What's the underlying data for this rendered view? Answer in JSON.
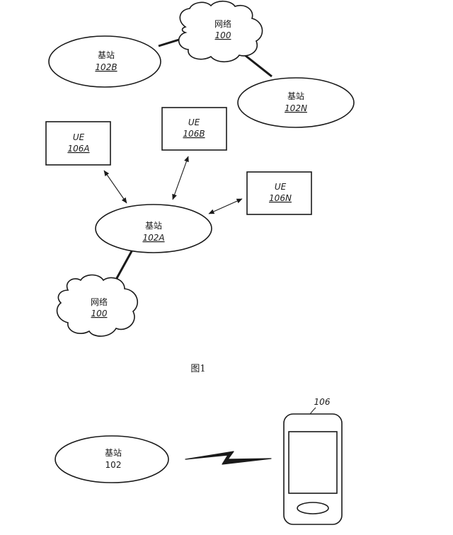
{
  "figure1": {
    "network_top": {
      "title": "网络",
      "ref": "100"
    },
    "bs_b": {
      "title": "基站",
      "ref": "102B"
    },
    "bs_n": {
      "title": "基站",
      "ref": "102N"
    },
    "ue_a": {
      "title": "UE",
      "ref": "106A"
    },
    "ue_b": {
      "title": "UE",
      "ref": "106B"
    },
    "ue_n": {
      "title": "UE",
      "ref": "106N"
    },
    "bs_a": {
      "title": "基站",
      "ref": "102A"
    },
    "network_bottom": {
      "title": "网络",
      "ref": "100"
    },
    "caption": "图1"
  },
  "figure2": {
    "base_station": {
      "title": "基站",
      "ref": "102"
    },
    "device_ref": "106"
  }
}
